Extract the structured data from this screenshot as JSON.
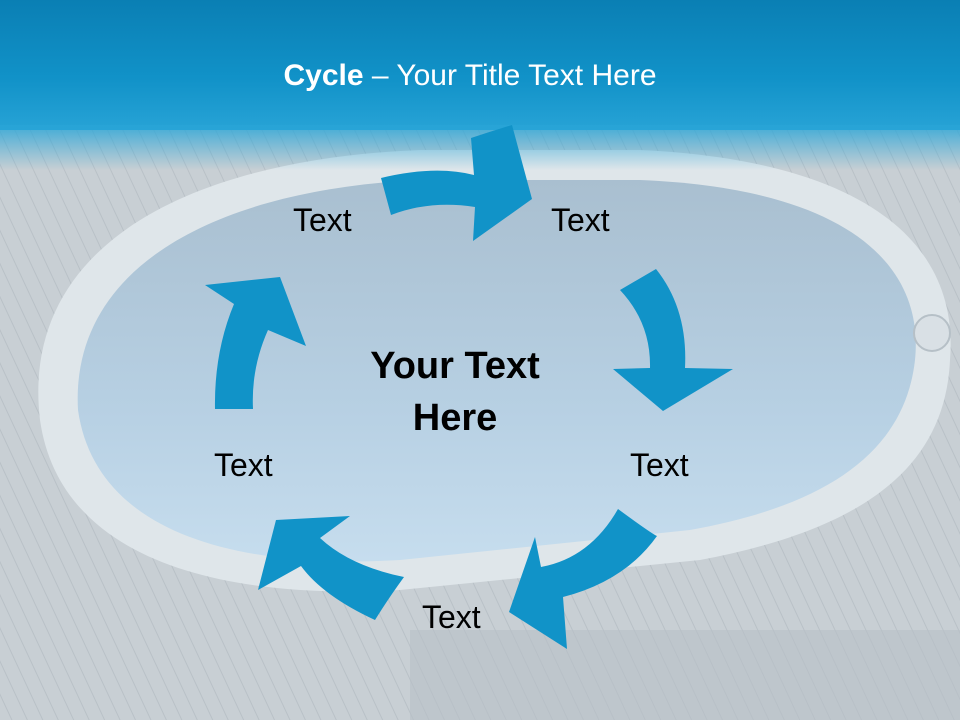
{
  "slide": {
    "title_bold": "Cycle",
    "title_rest": " – Your Title Text Here",
    "center_text": "Your Text Here",
    "labels": [
      "Text",
      "Text",
      "Text",
      "Text",
      "Text"
    ]
  },
  "colors": {
    "arrow": "#1193c8",
    "header": "#0f8dc4",
    "pool_water": "#b9d4e6",
    "deck": "#c9d0d5"
  },
  "cycle": {
    "arrow_count": 5,
    "direction": "clockwise"
  }
}
